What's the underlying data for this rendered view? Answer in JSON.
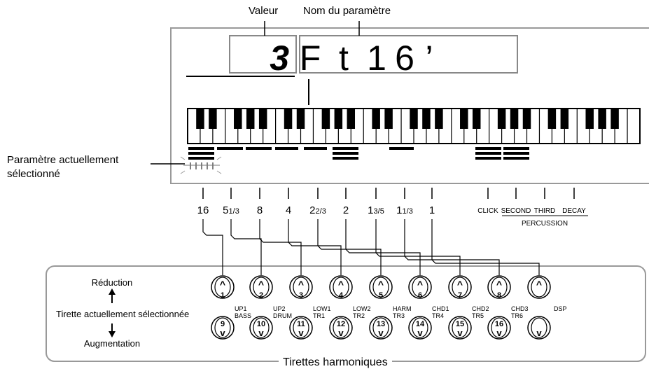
{
  "labels": {
    "valeur": "Valeur",
    "nom_param": "Nom du paramètre",
    "selected_param_line1": "Paramètre actuellement",
    "selected_param_line2": "sélectionné",
    "reduction": "Réduction",
    "tirette_selected": "Tirette actuellement sélectionnée",
    "augmentation": "Augmentation",
    "tirettes": "Tirettes harmoniques"
  },
  "lcd": {
    "value": "3",
    "param_chars": [
      "F",
      "t",
      "1",
      "6",
      "’"
    ]
  },
  "footages": [
    {
      "main": "16",
      "frac": ""
    },
    {
      "main": "5",
      "frac": "1/3"
    },
    {
      "main": "8",
      "frac": ""
    },
    {
      "main": "4",
      "frac": ""
    },
    {
      "main": "2",
      "frac": "2/3"
    },
    {
      "main": "2",
      "frac": ""
    },
    {
      "main": "1",
      "frac": "3/5"
    },
    {
      "main": "1",
      "frac": "1/3"
    },
    {
      "main": "1",
      "frac": ""
    }
  ],
  "percussion": {
    "items": [
      "CLICK",
      "SECOND",
      "THIRD",
      "DECAY"
    ],
    "group_label": "PERCUSSION"
  },
  "buttons": {
    "up_arrow": "^",
    "down_arrow": "v",
    "top_numbers": [
      "1",
      "2",
      "3",
      "4",
      "5",
      "6",
      "7",
      "8",
      ""
    ],
    "bottom_numbers": [
      "9",
      "10",
      "11",
      "12",
      "13",
      "14",
      "15",
      "16",
      ""
    ],
    "mid_labels": [
      [
        "UP1",
        "BASS"
      ],
      [
        "UP2",
        "DRUM"
      ],
      [
        "LOW1",
        "TR1"
      ],
      [
        "LOW2",
        "TR2"
      ],
      [
        "HARM",
        "TR3"
      ],
      [
        "CHD1",
        "TR4"
      ],
      [
        "CHD2",
        "TR5"
      ],
      [
        "CHD3",
        "TR6"
      ],
      [
        "DSP"
      ]
    ]
  },
  "drawbar_levels": [
    3,
    1,
    1,
    1,
    1,
    3,
    1,
    0,
    0,
    3,
    3
  ]
}
